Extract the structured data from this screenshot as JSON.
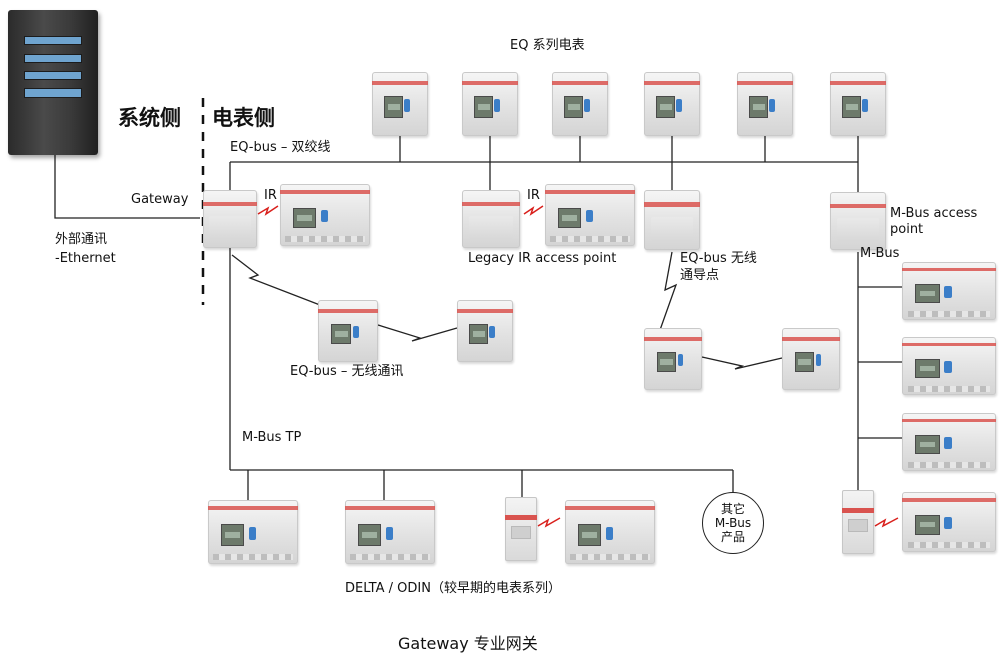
{
  "labels": {
    "eq_series_title": "EQ 系列电表",
    "system_side": "系统侧",
    "meter_side": "电表侧",
    "eq_bus_twisted": "EQ-bus – 双绞线",
    "gateway": "Gateway",
    "external_comm_1": "外部通讯",
    "external_comm_2": "-Ethernet",
    "ir_1": "IR",
    "ir_2": "IR",
    "legacy_ir": "Legacy IR access point",
    "eq_bus_wireless_ap_1": "EQ-bus 无线",
    "eq_bus_wireless_ap_2": "通导点",
    "mbus_ap_1": "M-Bus access",
    "mbus_ap_2": "point",
    "mbus": "M-Bus",
    "eq_bus_wireless": "EQ-bus – 无线通讯",
    "mbus_tp": "M-Bus TP",
    "other_1": "其它",
    "other_2": "M-Bus",
    "other_3": "产品",
    "delta_odin": "DELTA / ODIN（较早期的电表系列）",
    "caption": "Gateway 专业网关"
  },
  "colors": {
    "line": "#222222",
    "ir_link": "#d9201c",
    "accent_stripe": "#d9534f"
  }
}
